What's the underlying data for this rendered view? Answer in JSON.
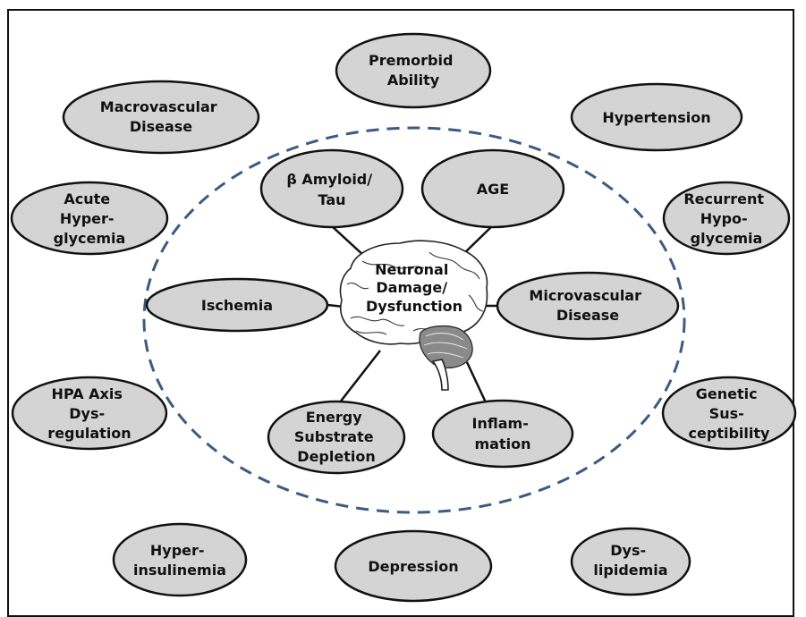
{
  "center": {
    "lines": [
      "Neuronal",
      "Damage/",
      "Dysfunction"
    ]
  },
  "inner_factors": [
    {
      "id": "amyloid",
      "lines": [
        "β Amyloid/",
        "Tau"
      ]
    },
    {
      "id": "age",
      "lines": [
        "AGE"
      ]
    },
    {
      "id": "ischemia",
      "lines": [
        "Ischemia"
      ]
    },
    {
      "id": "microvascular",
      "lines": [
        "Microvascular",
        "Disease"
      ]
    },
    {
      "id": "energy",
      "lines": [
        "Energy",
        "Substrate",
        "Depletion"
      ]
    },
    {
      "id": "inflammation",
      "lines": [
        "Inflam-",
        "mation"
      ]
    }
  ],
  "outer_factors": [
    {
      "id": "premorbid",
      "lines": [
        "Premorbid",
        "Ability"
      ]
    },
    {
      "id": "macrovascular",
      "lines": [
        "Macrovascular",
        "Disease"
      ]
    },
    {
      "id": "hypertension",
      "lines": [
        "Hypertension"
      ]
    },
    {
      "id": "acute-hyperglycemia",
      "lines": [
        "Acute",
        "Hyper-",
        "glycemia"
      ]
    },
    {
      "id": "recurrent-hypoglycemia",
      "lines": [
        "Recurrent",
        "Hypo-",
        "glycemia"
      ]
    },
    {
      "id": "hpa-axis",
      "lines": [
        "HPA Axis",
        "Dys-",
        "regulation"
      ]
    },
    {
      "id": "genetic",
      "lines": [
        "Genetic",
        "Sus-",
        "ceptibility"
      ]
    },
    {
      "id": "hyperinsulinemia",
      "lines": [
        "Hyper-",
        "insulinemia"
      ]
    },
    {
      "id": "depression",
      "lines": [
        "Depression"
      ]
    },
    {
      "id": "dyslipidemia",
      "lines": [
        "Dys-",
        "lipidemia"
      ]
    }
  ],
  "colors": {
    "node_fill": "#d4d4d4",
    "node_stroke": "#111111",
    "boundary_dash": "#3c5a82"
  }
}
